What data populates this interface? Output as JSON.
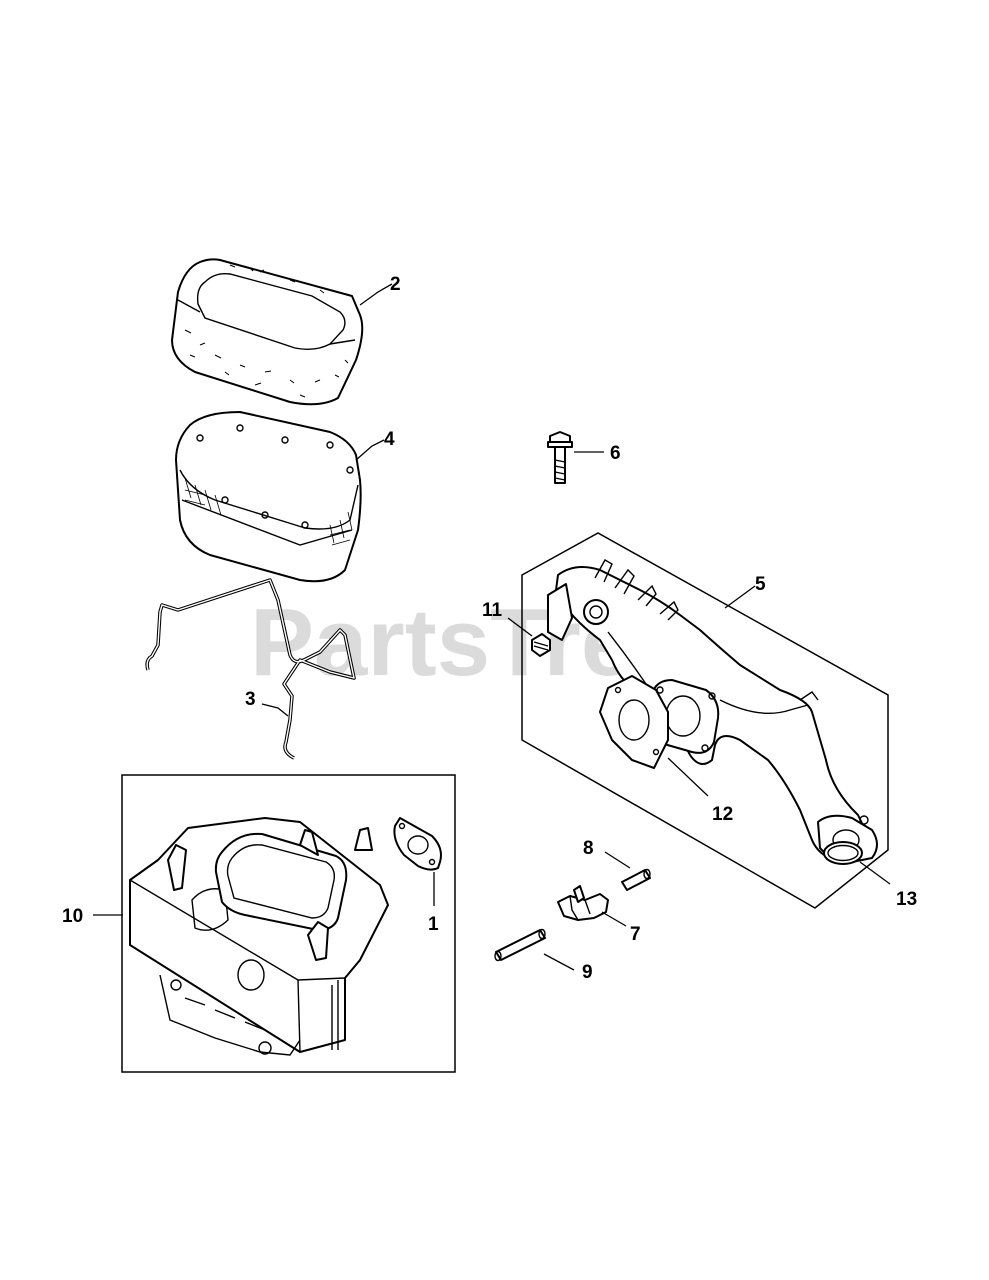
{
  "watermark": {
    "text": "PartsTree"
  },
  "callouts": {
    "c1": "1",
    "c2": "2",
    "c3": "3",
    "c4": "4",
    "c5": "5",
    "c6": "6",
    "c7": "7",
    "c8": "8",
    "c9": "9",
    "c10": "10",
    "c11": "11",
    "c12": "12",
    "c13": "13"
  }
}
